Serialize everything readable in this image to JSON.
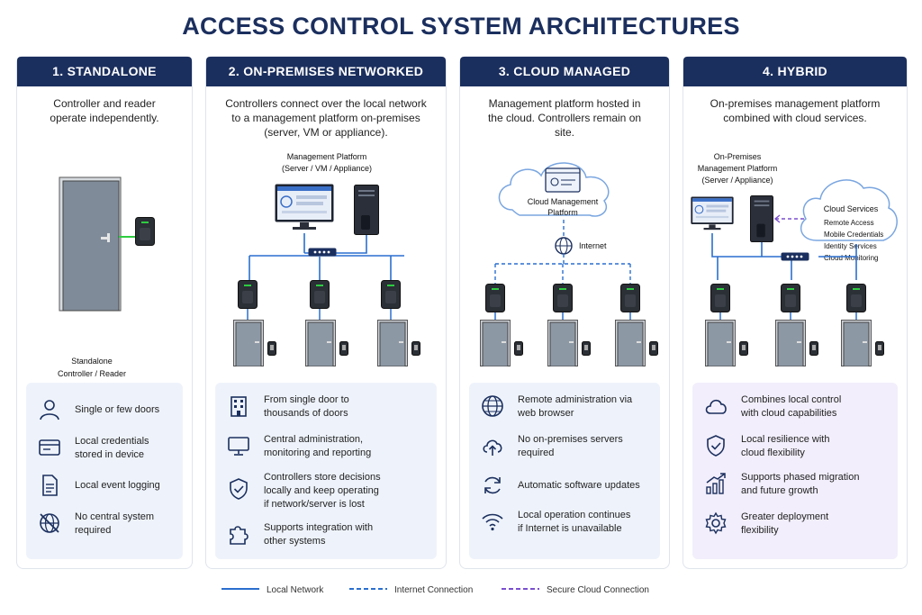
{
  "title": "ACCESS CONTROL SYSTEM ARCHITECTURES",
  "colors": {
    "navy": "#1b2f5e",
    "local": "#2a6fcf",
    "internet": "#2a6fcf",
    "secure": "#7a4fcf",
    "led": "#2ecc40"
  },
  "panels": [
    {
      "header": "1. STANDALONE",
      "description": "Controller and reader operate independently.",
      "diagram_label_1": "Standalone",
      "diagram_label_2": "Controller / Reader",
      "features": [
        {
          "icon": "user-icon",
          "text_1": "Single or few doors",
          "text_2": ""
        },
        {
          "icon": "card-icon",
          "text_1": "Local credentials",
          "text_2": "stored in device"
        },
        {
          "icon": "document-icon",
          "text_1": "Local event logging",
          "text_2": ""
        },
        {
          "icon": "no-network-icon",
          "text_1": "No central system",
          "text_2": "required"
        }
      ]
    },
    {
      "header": "2. ON-PREMISES NETWORKED",
      "description": "Controllers connect over the local network to a management platform on-premises (server, VM or appliance).",
      "diagram_label_1": "Management Platform",
      "diagram_label_2": "(Server / VM / Appliance)",
      "features": [
        {
          "icon": "building-icon",
          "text_1": "From single door to",
          "text_2": "thousands of doors"
        },
        {
          "icon": "monitor-icon",
          "text_1": "Central administration,",
          "text_2": "monitoring and reporting"
        },
        {
          "icon": "shield-check-icon",
          "text_1": "Controllers store decisions",
          "text_2": "locally and keep operating",
          "text_3": "if network/server is lost"
        },
        {
          "icon": "puzzle-icon",
          "text_1": "Supports integration with",
          "text_2": "other systems"
        }
      ]
    },
    {
      "header": "3. CLOUD MANAGED",
      "description": "Management platform hosted in the cloud. Controllers remain on site.",
      "diagram_label_1": "Cloud Management",
      "diagram_label_2": "Platform",
      "diagram_label_3": "Internet",
      "features": [
        {
          "icon": "globe-icon",
          "text_1": "Remote administration via",
          "text_2": "web browser"
        },
        {
          "icon": "cloud-upload-icon",
          "text_1": "No on-premises servers",
          "text_2": "required"
        },
        {
          "icon": "refresh-icon",
          "text_1": "Automatic software updates",
          "text_2": ""
        },
        {
          "icon": "wifi-icon",
          "text_1": "Local operation continues",
          "text_2": "if Internet is unavailable"
        }
      ]
    },
    {
      "header": "4. HYBRID",
      "description": "On-premises management platform combined with cloud services.",
      "diagram_label_1": "On-Premises",
      "diagram_label_2": "Management Platform",
      "diagram_label_3": "(Server / Appliance)",
      "cloud_title": "Cloud Services",
      "cloud_items": [
        "Remote Access",
        "Mobile Credentials",
        "Identity Services",
        "Cloud Monitoring"
      ],
      "features": [
        {
          "icon": "cloud-icon",
          "text_1": "Combines local control",
          "text_2": "with cloud capabilities"
        },
        {
          "icon": "shield-check-icon",
          "text_1": "Local resilience with",
          "text_2": "cloud flexibility"
        },
        {
          "icon": "growth-chart-icon",
          "text_1": "Supports phased migration",
          "text_2": "and future growth"
        },
        {
          "icon": "gear-icon",
          "text_1": "Greater deployment",
          "text_2": "flexibility"
        }
      ]
    }
  ],
  "legend": [
    {
      "style": "solid",
      "label": "Local Network"
    },
    {
      "style": "dashed-blue",
      "label": "Internet Connection"
    },
    {
      "style": "dashed-purple",
      "label": "Secure Cloud Connection"
    }
  ]
}
